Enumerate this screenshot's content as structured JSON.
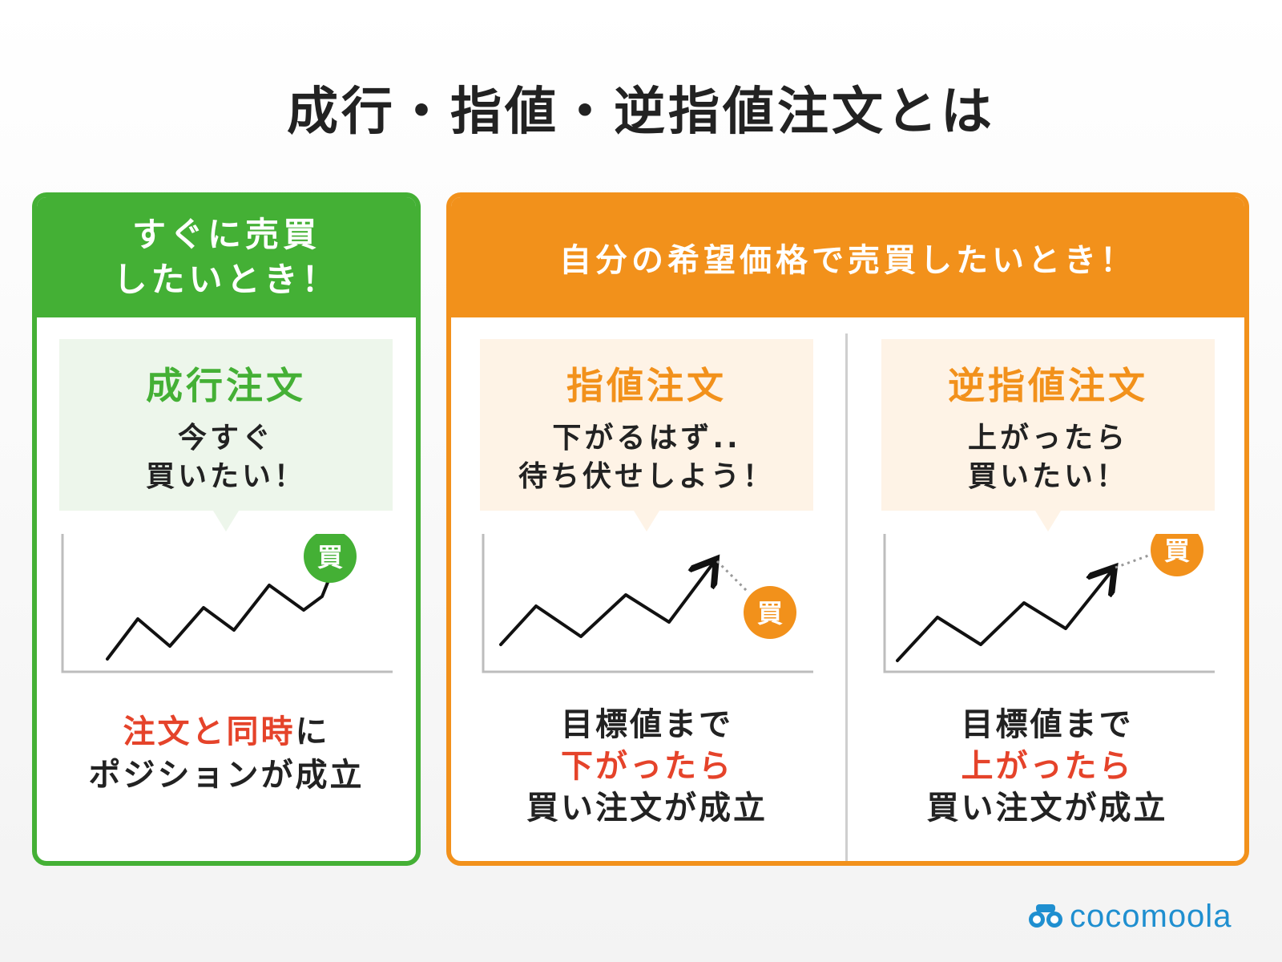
{
  "title": "成行・指値・逆指値注文とは",
  "market": {
    "header_line1": "すぐに売買",
    "header_line2": "したいとき！",
    "name": "成行注文",
    "bubble_line1": "今すぐ",
    "bubble_line2": "買いたい！",
    "badge": "買",
    "result_red1": "注文と同時",
    "result_plain1": "に",
    "result_line2": "ポジションが成立"
  },
  "limit_group": {
    "header": "自分の希望価格で売買したいとき！"
  },
  "limit": {
    "name": "指値注文",
    "bubble_line1": "下がるはず..",
    "bubble_line2": "待ち伏せしよう！",
    "badge": "買",
    "result_line1": "目標値まで",
    "result_red": "下がったら",
    "result_line3": "買い注文が成立"
  },
  "stop": {
    "name": "逆指値注文",
    "bubble_line1": "上がったら",
    "bubble_line2": "買いたい！",
    "badge": "買",
    "result_line1": "目標値まで",
    "result_red": "上がったら",
    "result_line3": "買い注文が成立"
  },
  "logo": {
    "text": "cocomoola",
    "icon": "binoculars-icon"
  },
  "colors": {
    "green": "#44b035",
    "orange": "#f2911b",
    "red": "#e5432a",
    "logo_blue": "#1f8fd0"
  }
}
